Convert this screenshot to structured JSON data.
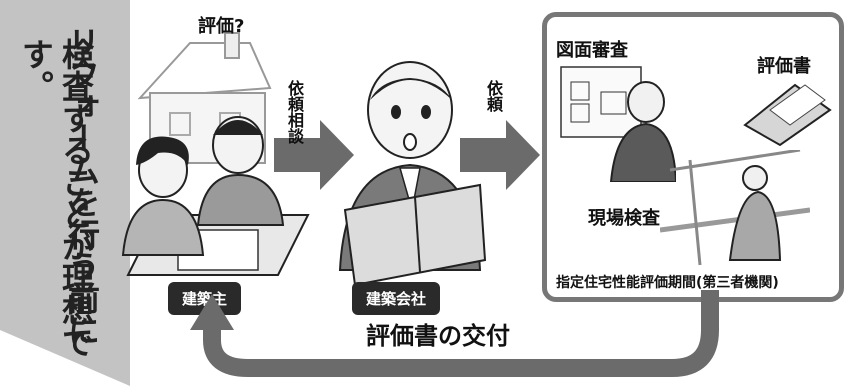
{
  "side_banner": {
    "line1": "リフォームを行う前に",
    "line2": "検査することが理想です。"
  },
  "flow": {
    "question": "評価?",
    "request_consult": "依頼相談",
    "request": "依頼",
    "delivery": "評価書の交付"
  },
  "actors": {
    "owner": "建築主",
    "builder": "建築会社"
  },
  "agency_panel": {
    "drawing_review": "図面審査",
    "report": "評価書",
    "site_inspection": "現場検査",
    "agency_name": "指定住宅性能評価期間(第三者機関)"
  },
  "colors": {
    "banner_gray": "#bdbdbd",
    "arrow_gray": "#6b6b6b",
    "panel_border": "#777777",
    "label_dark": "#2a2a2a"
  }
}
